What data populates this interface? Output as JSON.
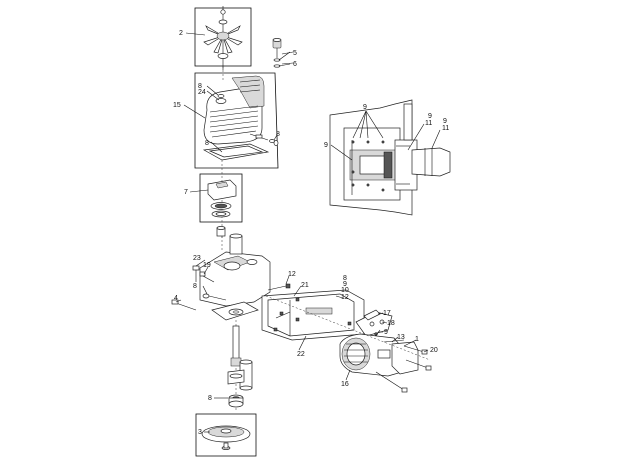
{
  "callouts": [
    {
      "id": "c-2",
      "text": "2"
    },
    {
      "id": "c-5",
      "text": "5"
    },
    {
      "id": "c-6",
      "text": "6"
    },
    {
      "id": "c-8-top",
      "text": "8"
    },
    {
      "id": "c-24",
      "text": "24"
    },
    {
      "id": "c-15",
      "text": "15"
    },
    {
      "id": "c-8-b",
      "text": "8"
    },
    {
      "id": "c-8-c",
      "text": "8"
    },
    {
      "id": "c-7",
      "text": "7"
    },
    {
      "id": "c-9-a",
      "text": "9"
    },
    {
      "id": "c-9-b",
      "text": "9"
    },
    {
      "id": "c-11-a",
      "text": "11"
    },
    {
      "id": "c-9-c",
      "text": "9"
    },
    {
      "id": "c-11-b",
      "text": "11"
    },
    {
      "id": "c-9-d",
      "text": "9"
    },
    {
      "id": "c-23",
      "text": "23"
    },
    {
      "id": "c-19",
      "text": "19"
    },
    {
      "id": "c-8-d",
      "text": "8"
    },
    {
      "id": "c-12-a",
      "text": "12"
    },
    {
      "id": "c-21",
      "text": "21"
    },
    {
      "id": "c-8-e",
      "text": "8"
    },
    {
      "id": "c-9-e",
      "text": "9"
    },
    {
      "id": "c-10",
      "text": "10"
    },
    {
      "id": "c-12-b",
      "text": "12"
    },
    {
      "id": "c-4",
      "text": "4"
    },
    {
      "id": "c-17",
      "text": "17"
    },
    {
      "id": "c-18",
      "text": "18"
    },
    {
      "id": "c-9-f",
      "text": "9"
    },
    {
      "id": "c-13",
      "text": "13"
    },
    {
      "id": "c-1",
      "text": "1"
    },
    {
      "id": "c-20",
      "text": "20"
    },
    {
      "id": "c-22",
      "text": "22"
    },
    {
      "id": "c-16",
      "text": "16"
    },
    {
      "id": "c-8-f",
      "text": "8"
    },
    {
      "id": "c-3",
      "text": "3"
    }
  ]
}
